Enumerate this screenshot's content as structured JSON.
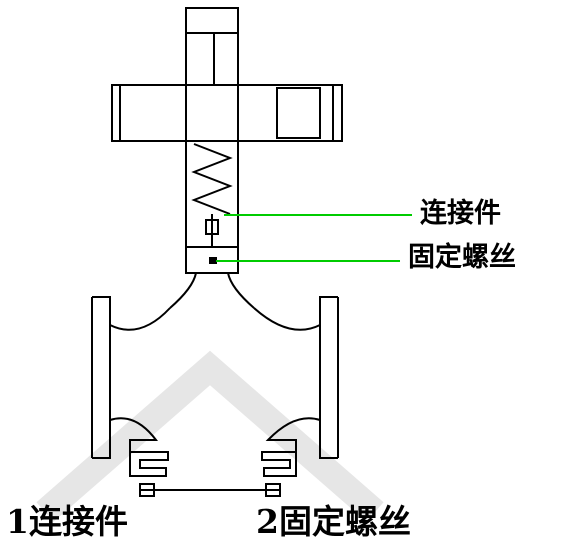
{
  "callouts": {
    "connector": "连接件",
    "fixing_screw": "固定螺丝"
  },
  "captions": {
    "item_1": "1连接件",
    "item_2": "2固定螺丝"
  },
  "colors": {
    "outline": "#000000",
    "leader_line": "#00cc00",
    "watermark": "#e6e6e6"
  }
}
